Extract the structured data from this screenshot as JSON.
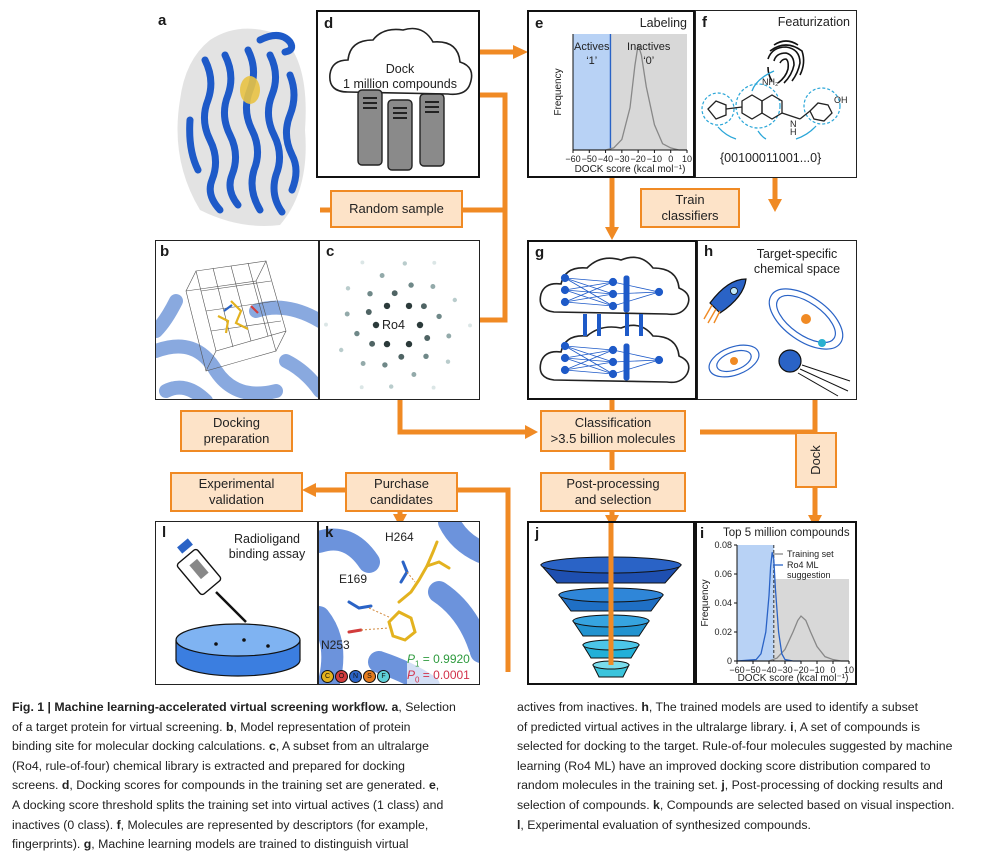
{
  "panels": {
    "a": {
      "letter": "a"
    },
    "b": {
      "letter": "b"
    },
    "c": {
      "letter": "c",
      "center_label": "Ro4"
    },
    "d": {
      "letter": "d",
      "cloud_text_line1": "Dock",
      "cloud_text_line2": "1 million compounds"
    },
    "e": {
      "letter": "e",
      "title": "Labeling",
      "actives_label": "Actives",
      "actives_class": "‘1’",
      "inactives_label": "Inactives",
      "inactives_class": "‘0’",
      "ylabel": "Frequency",
      "xlabel": "DOCK score (kcal mol⁻¹)"
    },
    "f": {
      "letter": "f",
      "title": "Featurization",
      "atom_label": "NH₂",
      "oh_label": "OH",
      "n_label": "N",
      "h_label": "H",
      "fingerprint": "{00100011001...0}"
    },
    "g": {
      "letter": "g"
    },
    "h": {
      "letter": "h",
      "title_line1": "Target-specific",
      "title_line2": "chemical space"
    },
    "i": {
      "letter": "i",
      "title": "Top 5 million compounds",
      "ylabel": "Frequency",
      "xlabel": "DOCK score (kcal mol⁻¹)",
      "legend_training": "Training set",
      "legend_ml": "Ro4 ML suggestion"
    },
    "j": {
      "letter": "j"
    },
    "k": {
      "letter": "k",
      "label_h264": "H264",
      "label_e169": "E169",
      "label_n253": "N253",
      "p1_label": "P",
      "p1_sub": "1",
      "p1_value": " = 0.9920",
      "p0_label": "P",
      "p0_sub": "0",
      "p0_value": " = 0.0001",
      "atom_legend": [
        "C",
        "O",
        "N",
        "S",
        "F"
      ]
    },
    "l": {
      "letter": "l",
      "title_line1": "Radioligand",
      "title_line2": "binding assay"
    }
  },
  "boxes": {
    "random_sample": "Random sample",
    "train_line1": "Train",
    "train_line2": "classifiers",
    "docking_prep_line1": "Docking",
    "docking_prep_line2": "preparation",
    "classification_line1": "Classification",
    "classification_line2": ">3.5 billion molecules",
    "dock": "Dock",
    "postproc_line1": "Post-processing",
    "postproc_line2": "and selection",
    "purchase_line1": "Purchase",
    "purchase_line2": "candidates",
    "experimental_line1": "Experimental",
    "experimental_line2": "validation"
  },
  "chart_data": [
    {
      "type": "area",
      "panel": "e",
      "xlabel": "DOCK score (kcal mol⁻¹)",
      "ylabel": "Frequency",
      "xticks": [
        -60,
        -50,
        -40,
        -30,
        -20,
        -10,
        0,
        10
      ],
      "xlim": [
        -60,
        10
      ],
      "threshold": -37,
      "series": [
        {
          "x": [
            -60,
            -45,
            -40,
            -35,
            -30,
            -25,
            -22,
            -20,
            -18,
            -15,
            -10,
            -5,
            0,
            5,
            10
          ],
          "y": [
            0,
            0,
            0,
            0.01,
            0.05,
            0.2,
            0.4,
            0.5,
            0.45,
            0.3,
            0.12,
            0.03,
            0.01,
            0,
            0
          ]
        }
      ]
    },
    {
      "type": "line",
      "panel": "i",
      "xlabel": "DOCK score (kcal mol⁻¹)",
      "ylabel": "Frequency",
      "xticks": [
        -60,
        -50,
        -40,
        -30,
        -20,
        -10,
        0,
        10
      ],
      "yticks": [
        0,
        0.02,
        0.04,
        0.06,
        0.08
      ],
      "xlim": [
        -60,
        10
      ],
      "ylim": [
        0,
        0.08
      ],
      "threshold": -37,
      "series": [
        {
          "name": "Training set",
          "x": [
            -60,
            -40,
            -35,
            -30,
            -25,
            -22,
            -20,
            -17,
            -14,
            -10,
            -5,
            0,
            5,
            10
          ],
          "y": [
            0,
            0,
            0.002,
            0.008,
            0.02,
            0.028,
            0.031,
            0.028,
            0.02,
            0.01,
            0.003,
            0.001,
            0,
            0
          ]
        },
        {
          "name": "Ro4 ML suggestion",
          "x": [
            -60,
            -48,
            -45,
            -42,
            -40,
            -39,
            -38,
            -37,
            -36,
            -34,
            -32,
            -30,
            -25,
            -20
          ],
          "y": [
            0,
            0.001,
            0.005,
            0.02,
            0.045,
            0.065,
            0.075,
            0.07,
            0.05,
            0.02,
            0.005,
            0.001,
            0,
            0
          ]
        }
      ]
    }
  ],
  "caption": {
    "col1": [
      {
        "bold": "Fig. 1 | Machine learning-accelerated virtual screening workflow. a",
        "text": ", Selection"
      },
      {
        "bold": "",
        "text": "of a target protein for virtual screening. "
      },
      {
        "bold": "",
        "text": "binding site for molecular docking calculations. "
      },
      {
        "bold": "",
        "text": "(Ro4, rule-of-four) chemical library is extracted and prepared for docking"
      },
      {
        "bold": "",
        "text": "screens. "
      },
      {
        "bold": "",
        "text": "A docking score threshold splits the training set into virtual actives (1 class) and"
      },
      {
        "bold": "",
        "text": "inactives (0 class). "
      },
      {
        "bold": "",
        "text": "fingerprints). "
      }
    ],
    "l1_b": "b",
    "l1_t": ", Model representation of protein",
    "l2_c": "c",
    "l2_t": ", A subset from an ultralarge",
    "l4_d": "d",
    "l4_t": ", Docking scores for compounds in the training set are generated. ",
    "l4_e": "e",
    "l4_tail": ",",
    "l6_f": "f",
    "l6_t": ", Molecules are represented by descriptors (for example,",
    "l7_g": "g",
    "l7_t": ", Machine learning models are trained to distinguish virtual",
    "col2_l0": "actives from inactives. ",
    "col2_h": "h",
    "col2_l0t": ", The trained models are used to identify a subset",
    "col2_l1": "of predicted virtual actives in the ultralarge library. ",
    "col2_i": "i",
    "col2_l1t": ", A set of compounds is",
    "col2_l2": "selected for docking to the target. Rule-of-four molecules suggested by machine",
    "col2_l3": "learning (Ro4 ML) have an improved docking score distribution compared to",
    "col2_l4": "random molecules in the training set. ",
    "col2_j": "j",
    "col2_l4t": ", Post-processing of docking results and",
    "col2_l5": "selection of compounds. ",
    "col2_k": "k",
    "col2_l5t": ", Compounds are selected based on visual inspection.",
    "col2_l": "l",
    "col2_l6t": ", Experimental evaluation of synthesized compounds."
  }
}
